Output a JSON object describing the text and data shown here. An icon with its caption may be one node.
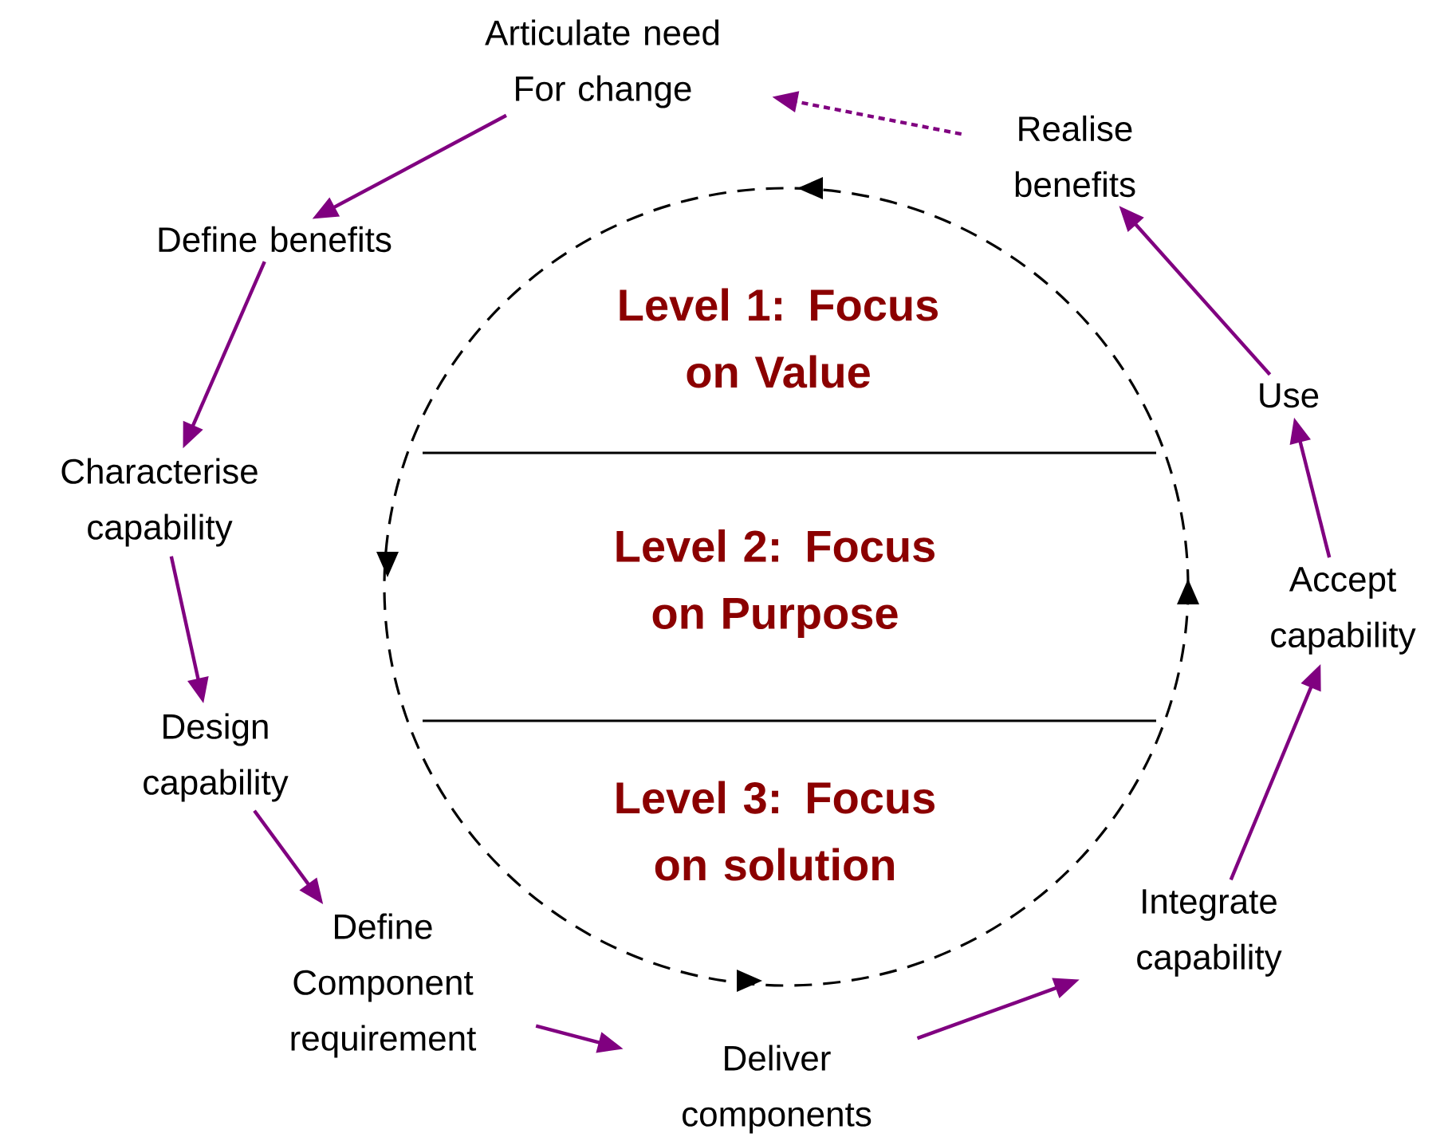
{
  "diagram": {
    "nodes": [
      {
        "text": [
          "Articulate need For change"
        ]
      },
      {
        "text": [
          "Define benefits"
        ]
      },
      {
        "text": [
          "Characterise capability"
        ]
      },
      {
        "text": [
          "Design capability"
        ]
      },
      {
        "text": [
          "Define Component requirement"
        ]
      },
      {
        "text": [
          "Deliver components"
        ]
      },
      {
        "text": [
          "Integrate capability"
        ]
      },
      {
        "text": [
          "Accept capability"
        ]
      },
      {
        "text": [
          "Use"
        ]
      },
      {
        "text": [
          "Realise benefits"
        ]
      },
      {
        "text": [
          "Level 1: Focus on Value"
        ]
      },
      {
        "text": [
          "Level 2: Focus on Purpose"
        ]
      },
      {
        "text": [
          "Level 3: Focus on solution"
        ]
      }
    ],
    "edges": [
      {
        "from": 0,
        "to": 1,
        "arrow": "to"
      },
      {
        "from": 1,
        "to": 2,
        "arrow": "to"
      },
      {
        "from": 2,
        "to": 3,
        "arrow": "to"
      },
      {
        "from": 3,
        "to": 4,
        "arrow": "to"
      },
      {
        "from": 4,
        "to": 5,
        "arrow": "to"
      },
      {
        "from": 5,
        "to": 6,
        "arrow": "to"
      },
      {
        "from": 6,
        "to": 7,
        "arrow": "to"
      },
      {
        "from": 7,
        "to": 8,
        "arrow": "to"
      },
      {
        "from": 8,
        "to": 9,
        "arrow": "to"
      },
      {
        "from": 9,
        "to": 0,
        "arrow": "to",
        "style": "dashed"
      }
    ]
  }
}
